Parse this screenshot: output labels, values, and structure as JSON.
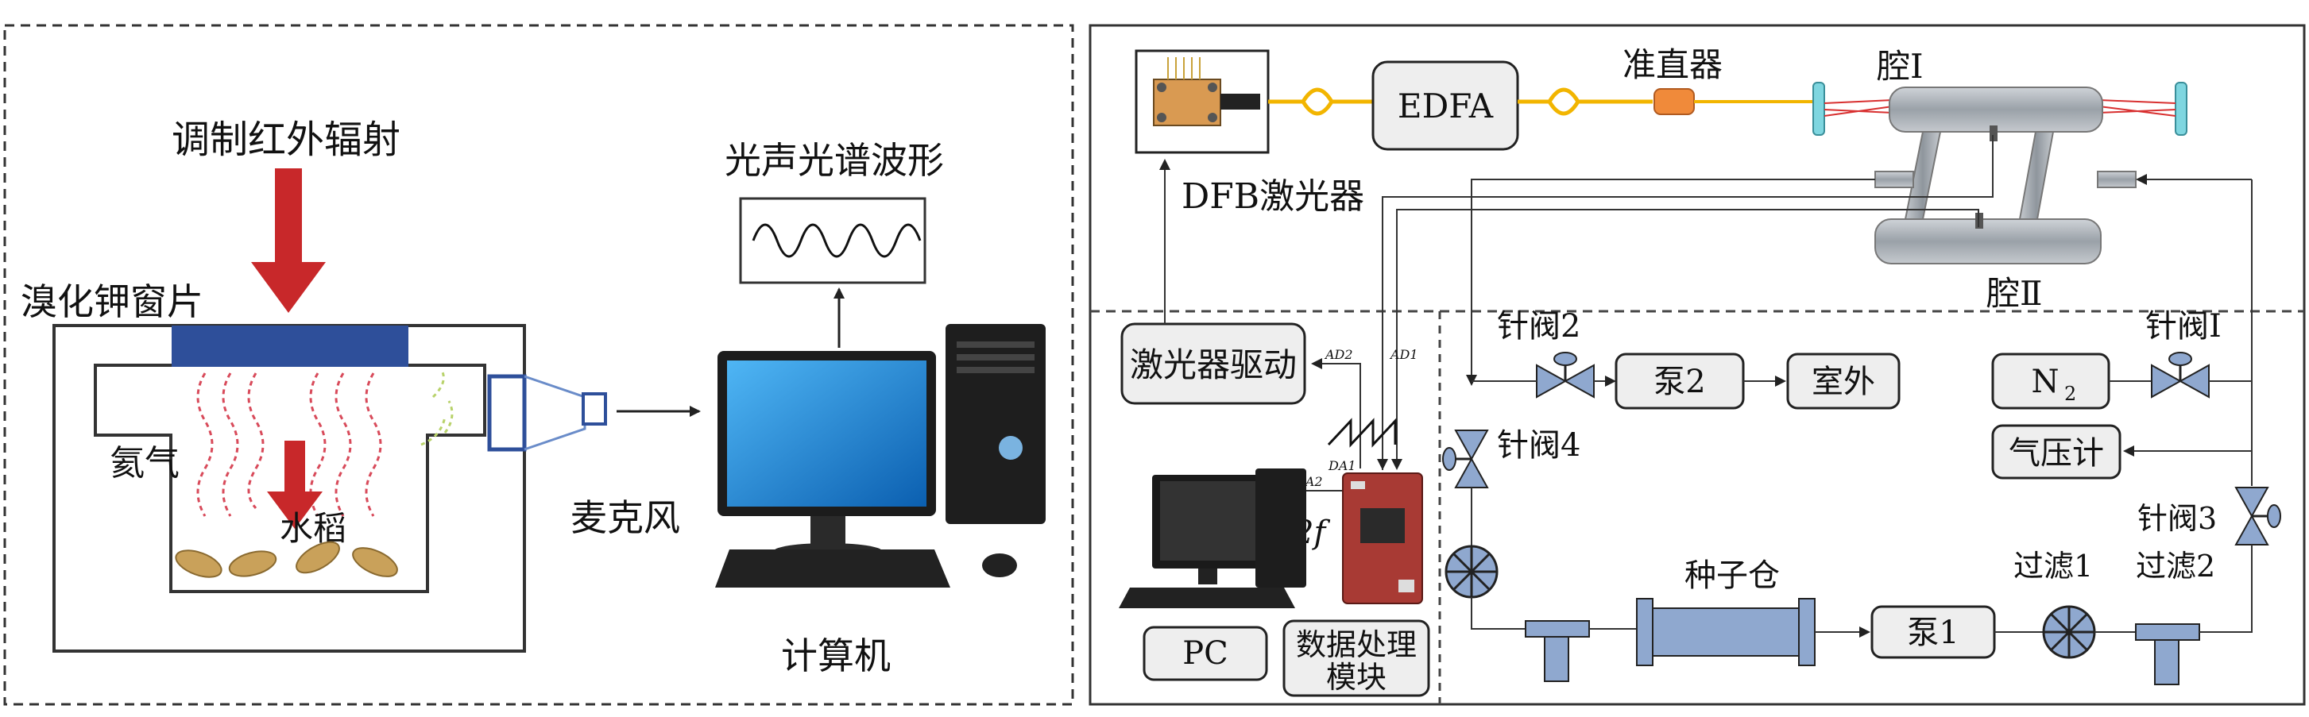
{
  "left_panel": {
    "modulated_ir": "调制红外辐射",
    "window": "溴化钾窗片",
    "waveform": "光声光谱波形",
    "gas": "氦气",
    "sample": "水稻",
    "microphone": "麦克风",
    "computer": "计算机"
  },
  "right_panel": {
    "edfa": "EDFA",
    "collimator": "准直器",
    "cavity1": "腔Ⅰ",
    "cavity2": "腔Ⅱ",
    "dfb_laser": "DFB激光器",
    "laser_driver": "激光器驱动",
    "signal_ad2": "AD2",
    "signal_ad1": "AD1",
    "signal_da1": "DA1",
    "signal_da2": "DA2",
    "harmonic": "2f",
    "pc": "PC",
    "dpm_line1": "数据处理",
    "dpm_line2": "模块",
    "valve2": "针阀2",
    "pump2": "泵2",
    "outdoor": "室外",
    "valve4": "针阀4",
    "n2_base": "N",
    "n2_sub": "2",
    "valve1": "针阀Ⅰ",
    "barometer": "气压计",
    "valve3": "针阀3",
    "seed_chamber": "种子仓",
    "pump1": "泵1",
    "filter1": "过滤1",
    "filter2": "过滤2"
  },
  "colors": {
    "arrow_red": "#c8282a",
    "window_blue": "#2e4f9a",
    "fiber_yellow": "#f2b500",
    "wave_red": "#d84a5a",
    "monitor_blue": "#1d8fe0",
    "box_fill": "#eeeeee",
    "collimator_orange": "#f08a3a",
    "mirror_cyan": "#7fd6e0"
  }
}
